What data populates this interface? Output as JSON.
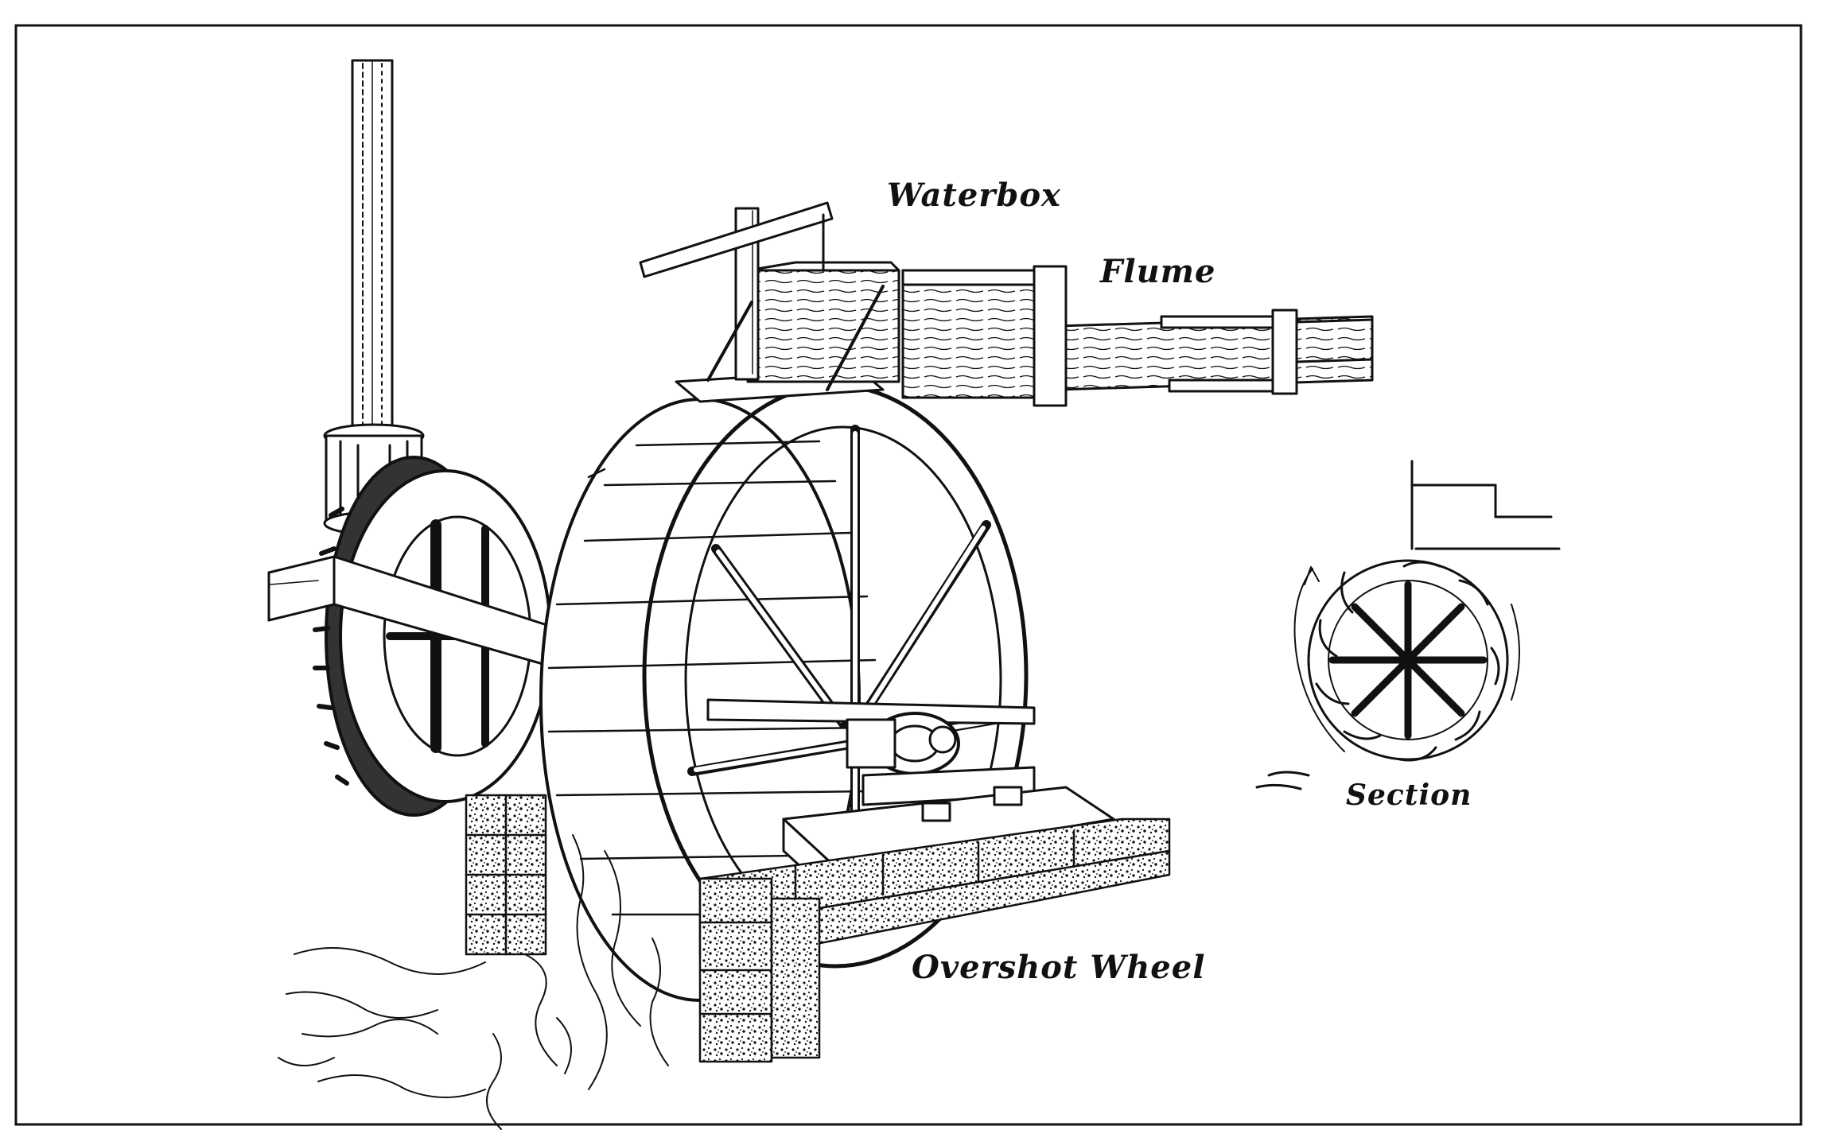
{
  "labels": {
    "waterbox": "Waterbox",
    "flume": "Flume",
    "section": "Section",
    "overshot_wheel": "Overshot Wheel"
  },
  "colors": {
    "ink": "#111111",
    "paper": "#ffffff"
  }
}
